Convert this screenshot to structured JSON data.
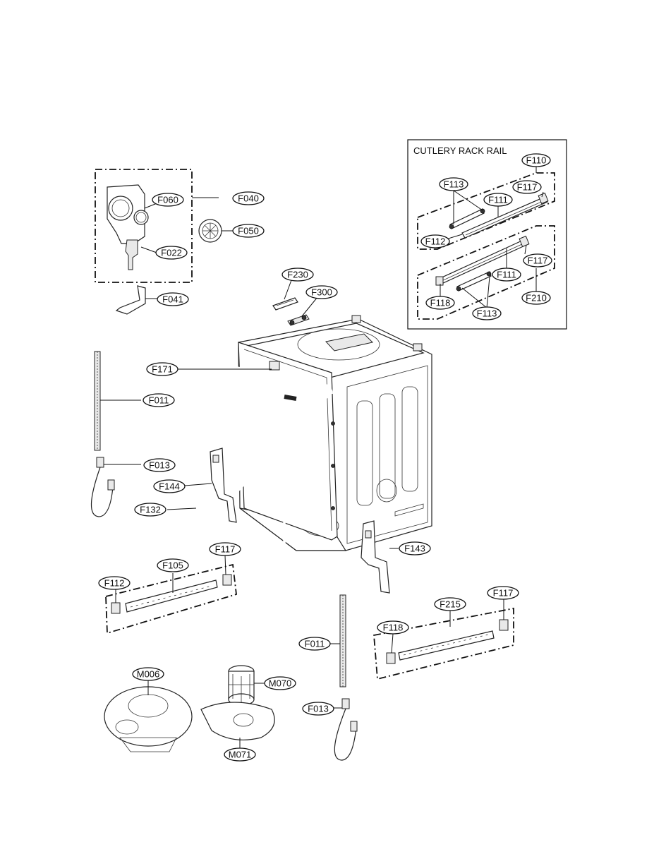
{
  "inset": {
    "title": "CUTLERY RACK RAIL"
  },
  "labels": {
    "F110": "F110",
    "F113_top": "F113",
    "F117_inset_top": "F117",
    "F111_top": "F111",
    "F112_inset": "F112",
    "F111_bot": "F111",
    "F117_inset_bot": "F117",
    "F118_inset": "F118",
    "F113_bot": "F113",
    "F210": "F210",
    "F060": "F060",
    "F040": "F040",
    "F050": "F050",
    "F022": "F022",
    "F041": "F041",
    "F230": "F230",
    "F300": "F300",
    "F171": "F171",
    "F011_left": "F011",
    "F013_left": "F013",
    "F144": "F144",
    "F132": "F132",
    "F143": "F143",
    "F105": "F105",
    "F117_left": "F117",
    "F112_left": "F112",
    "F215": "F215",
    "F117_right": "F117",
    "F118_right": "F118",
    "F011_mid": "F011",
    "M006": "M006",
    "M070": "M070",
    "F013_mid": "F013",
    "M071": "M071"
  }
}
